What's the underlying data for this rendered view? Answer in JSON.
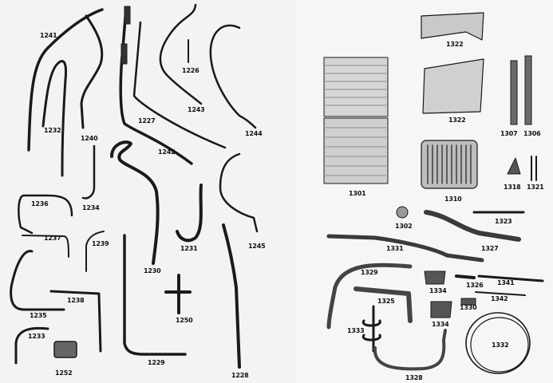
{
  "labels": {
    "p1241": "1241",
    "p1232": "1232",
    "p1240": "1240",
    "p1227": "1227",
    "p1226": "1226",
    "p1243": "1243",
    "p1244": "1244",
    "p1242": "1242",
    "p1234": "1234",
    "p1236": "1236",
    "p1237": "1237",
    "p1239": "1239",
    "p1231": "1231",
    "p1245": "1245",
    "p1230": "1230",
    "p1235": "1235",
    "p1238": "1238",
    "p1250": "1250",
    "p1233": "1233",
    "p1229": "1229",
    "p1252": "1252",
    "p1228": "1228",
    "p1322a": "1322",
    "p1322b": "1322",
    "p1307": "1307",
    "p1306": "1306",
    "p1301": "1301",
    "p1310": "1310",
    "p1318": "1318",
    "p1321": "1321",
    "p1302": "1302",
    "p1323": "1323",
    "p1331": "1331",
    "p1327": "1327",
    "p1329": "1329",
    "p1326": "1326",
    "p1341": "1341",
    "p1334a": "1334",
    "p1325": "1325",
    "p1342": "1342",
    "p1330": "1330",
    "p1334b": "1334",
    "p1333": "1333",
    "p1332": "1332",
    "p1328": "1328"
  }
}
